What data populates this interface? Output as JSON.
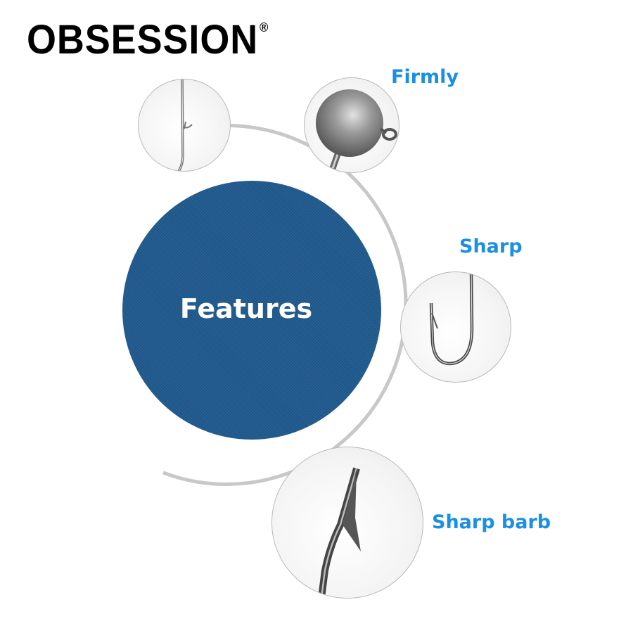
{
  "brand": {
    "name": "OBSESSION",
    "registered_mark": "®"
  },
  "main": {
    "title": "Features",
    "circle_color": "#1f5a8e"
  },
  "features": [
    {
      "id": "hook-eye",
      "label": "",
      "icon": "hook-shank-icon"
    },
    {
      "id": "firmly",
      "label": "Firmly",
      "icon": "jig-head-ball-icon"
    },
    {
      "id": "sharp",
      "label": "Sharp",
      "icon": "hook-bend-icon"
    },
    {
      "id": "sharp-barb",
      "label": "Sharp barb",
      "icon": "hook-barb-icon"
    }
  ],
  "colors": {
    "label_blue": "#1a8fe3",
    "arc_gray": "#c8c8c8",
    "brand_black": "#000000"
  }
}
